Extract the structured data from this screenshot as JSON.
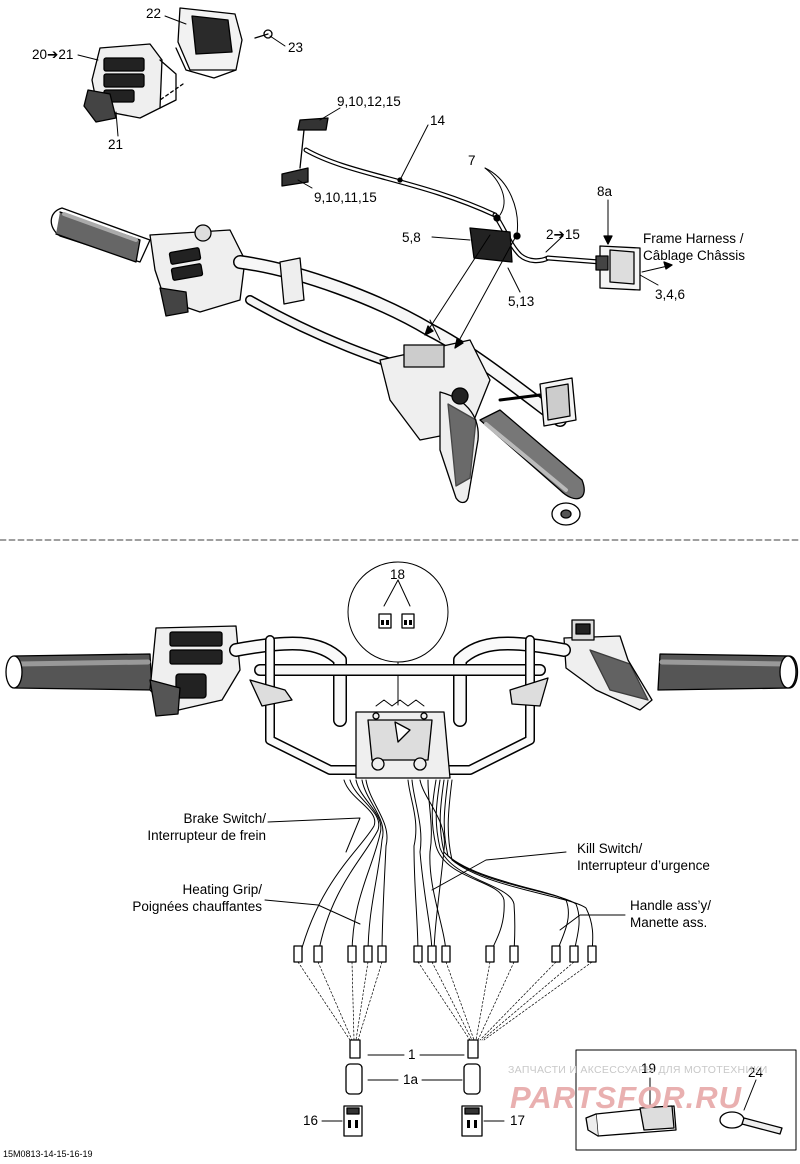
{
  "diagram": {
    "code": "15M0813-14-15-16-19",
    "labels": {
      "l22": "22",
      "l23": "23",
      "l20_21": "20➔21",
      "l21": "21",
      "l9_10_12_15": "9,10,12,15",
      "l14": "14",
      "l9_10_11_15": "9,10,11,15",
      "l7": "7",
      "l8a": "8a",
      "l5_8": "5,8",
      "l2_15": "2➔15",
      "frame_harness_en": "Frame Harness /",
      "frame_harness_fr": "Câblage Châssis",
      "l3_4_6": "3,4,6",
      "l5_13": "5,13",
      "l18": "18",
      "brake_switch_en": "Brake Switch/",
      "brake_switch_fr": "Interrupteur de frein",
      "kill_switch_en": "Kill Switch/",
      "kill_switch_fr": "Interrupteur d’urgence",
      "heating_grip_en": "Heating Grip/",
      "heating_grip_fr": "Poignées chauffantes",
      "handle_en": "Handle ass’y/",
      "handle_fr": "Manette ass.",
      "l1": "1",
      "l1a": "1a",
      "l16": "16",
      "l17": "17",
      "l19": "19",
      "l24": "24"
    }
  },
  "watermark": {
    "line1": "ЗАПЧАСТИ И АКСЕССУАРЫ ДЛЯ МОТОТЕХНИКИ",
    "line2": "PARTSFOR.RU"
  }
}
